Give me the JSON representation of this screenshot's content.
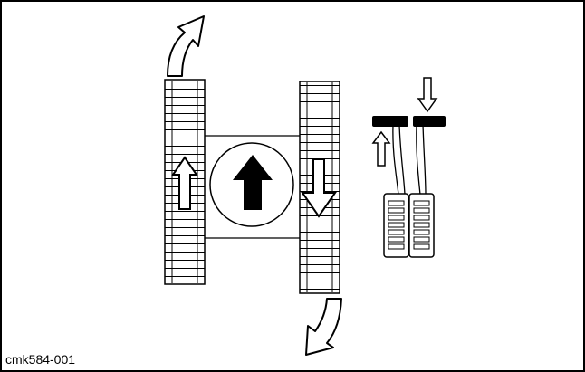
{
  "figure": {
    "caption": "cmk584-001",
    "colors": {
      "ink": "#000000",
      "paper": "#ffffff"
    }
  },
  "icons": {
    "turn_top": "curved-arrow-up-right",
    "turn_bottom": "curved-arrow-down-left",
    "left_track": "hollow-arrow-up",
    "right_track": "hollow-arrow-down",
    "center": "solid-arrow-up",
    "left_lever": "hollow-arrow-up",
    "right_lever": "hollow-arrow-down"
  }
}
